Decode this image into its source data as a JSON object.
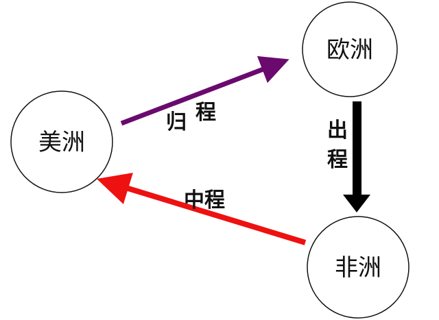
{
  "nodes": {
    "america": "美洲",
    "europe": "欧洲",
    "africa": "非洲"
  },
  "edges": {
    "return_leg": {
      "char1": "归",
      "char2": "程",
      "color": "#6a0a6e"
    },
    "outbound_leg": {
      "char1": "出",
      "char2": "程",
      "color": "#000000"
    },
    "middle_passage": {
      "label": "中程",
      "color": "#ee1111"
    }
  }
}
